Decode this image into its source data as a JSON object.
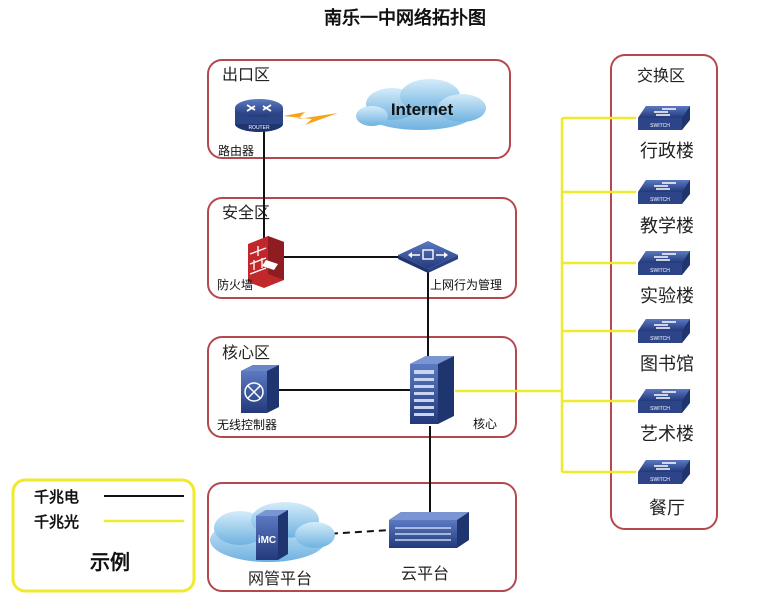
{
  "title": "南乐一中网络拓扑图",
  "zones": {
    "exit": "出口区",
    "security": "安全区",
    "core": "核心区",
    "exchange": "交换区"
  },
  "devices": {
    "router": "路由器",
    "router_badge": "ROUTER",
    "internet": "Internet",
    "firewall": "防火墙",
    "behavior": "上网行为管理",
    "wireless": "无线控制器",
    "core": "核心",
    "imc_badge": "iMC",
    "mgmt": "网管平台",
    "cloud": "云平台",
    "switch_badge": "SWITCH"
  },
  "buildings": [
    "行政楼",
    "教学楼",
    "实验楼",
    "图书馆",
    "艺术楼",
    "餐厅"
  ],
  "legend": {
    "gigabit_copper": "千兆电",
    "gigabit_fiber": "千兆光",
    "title": "示例"
  },
  "colors": {
    "zone_border": "#b5474f",
    "fiber": "#f0ea2e",
    "copper": "#111111",
    "device_blue": "#2e4a8c",
    "cloud": "#8ec7ea",
    "firewall_red": "#c0282b"
  }
}
